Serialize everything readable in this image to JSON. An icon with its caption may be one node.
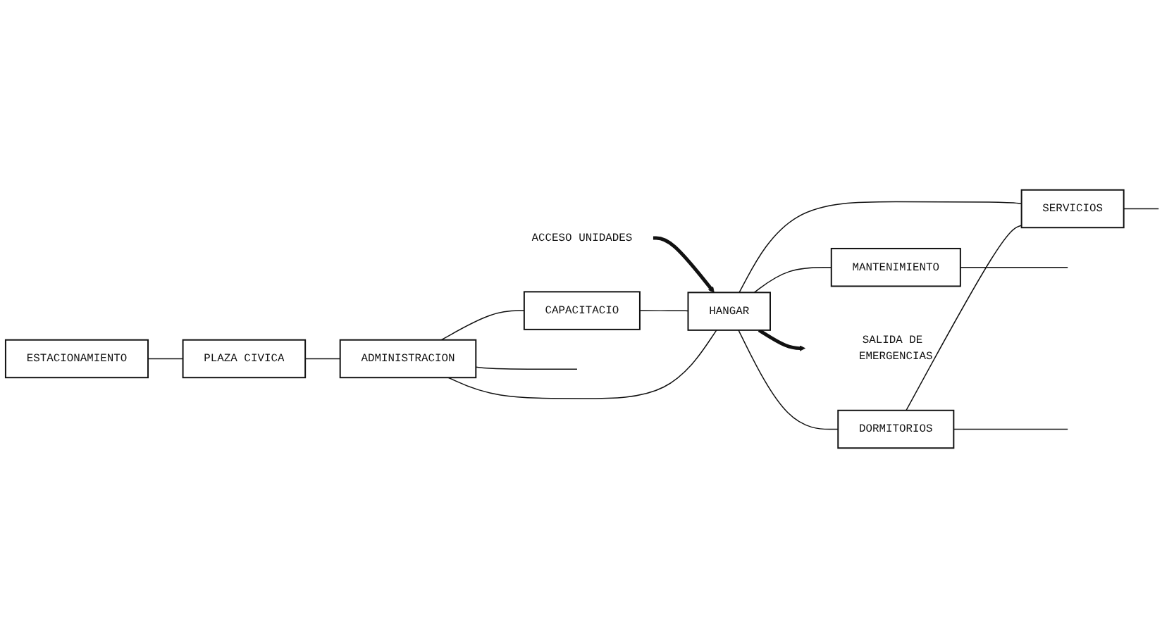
{
  "diagram": {
    "nodes": [
      {
        "text": [
          "ACCESO UNIDADES"
        ]
      },
      {
        "text": [
          "HANGAR"
        ]
      },
      {
        "text": [
          "MANTENIMIENTO"
        ]
      },
      {
        "text": [
          "CAPACITACIO"
        ]
      },
      {
        "text": [
          "DORMITORIOS"
        ]
      },
      {
        "text": [
          "ADMINISTRACION"
        ]
      },
      {
        "text": [
          "SERVICIOS"
        ]
      },
      {
        "text": [
          "SALIDA DE EMERGENCIAS"
        ]
      },
      {
        "text": [
          "ESTACIONAMIENTO"
        ]
      },
      {
        "text": [
          "PLAZA CIVICA"
        ]
      }
    ],
    "edges": [
      {
        "from": 0,
        "to": 1,
        "arrow": "to",
        "style": "thick"
      },
      {
        "from": 1,
        "to": 2,
        "arrow": "none"
      },
      {
        "from": 3,
        "to": 1,
        "arrow": "none"
      },
      {
        "from": 1,
        "to": 4,
        "arrow": "none"
      },
      {
        "from": 1,
        "to": 6,
        "arrow": "none"
      },
      {
        "from": 5,
        "to": 3,
        "arrow": "none"
      },
      {
        "from": 4,
        "to": 6,
        "arrow": "none"
      },
      {
        "from": 5,
        "to": 1,
        "arrow": "none"
      },
      {
        "from": 9,
        "to": 5,
        "arrow": "none"
      },
      {
        "from": 8,
        "to": 9,
        "arrow": "none"
      },
      {
        "from": 1,
        "to": 7,
        "arrow": "to",
        "style": "thick"
      },
      {
        "from": 2,
        "to": null,
        "arrow": "none"
      },
      {
        "from": 4,
        "to": null,
        "arrow": "none"
      },
      {
        "from": 6,
        "to": null,
        "arrow": "none"
      },
      {
        "from": 5,
        "to": null,
        "arrow": "none"
      }
    ]
  }
}
